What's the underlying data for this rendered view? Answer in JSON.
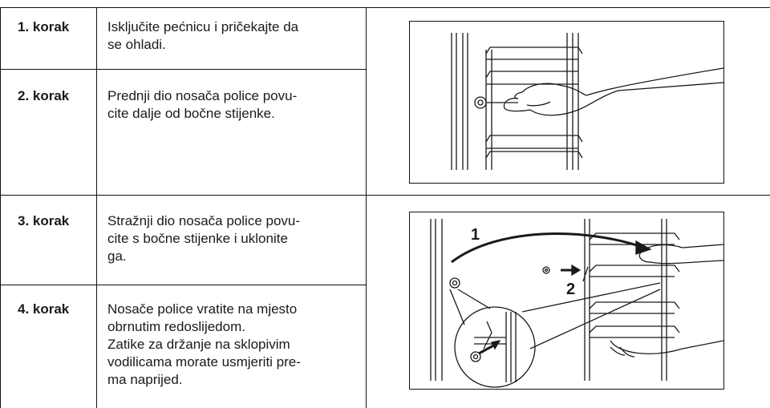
{
  "steps": [
    {
      "label": "1. korak",
      "lines": [
        "Isključite pećnicu i pričekajte da",
        "se ohladi."
      ]
    },
    {
      "label": "2. korak",
      "lines": [
        "Prednji dio nosača police povu-",
        "cite dalje od bočne stijenke."
      ]
    },
    {
      "label": "3. korak",
      "lines": [
        "Stražnji dio nosača police povu-",
        "cite s bočne stijenke i uklonite",
        "ga."
      ]
    },
    {
      "label": "4. korak",
      "lines": [
        "Nosače police vratite na mjesto",
        "obrnutim redoslijedom.",
        "Zatike za držanje na sklopivim",
        "vodilicama morate usmjeriti pre-",
        "ma naprijed."
      ]
    }
  ],
  "figure2": {
    "callout_1": "1",
    "callout_2": "2"
  }
}
